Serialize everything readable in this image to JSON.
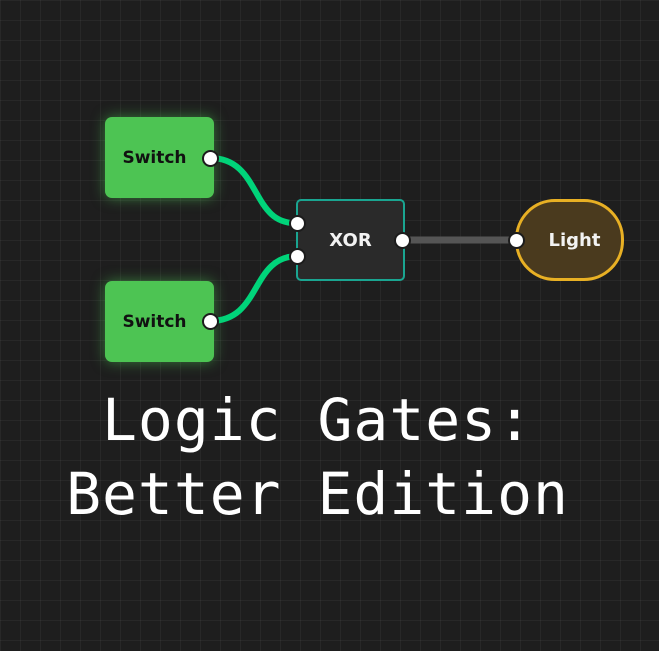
{
  "nodes": {
    "switch_top": {
      "label": "Switch"
    },
    "switch_bottom": {
      "label": "Switch"
    },
    "gate": {
      "label": "XOR"
    },
    "light": {
      "label": "Light"
    }
  },
  "title": {
    "line1": "Logic Gates:",
    "line2": "Better Edition"
  },
  "colors": {
    "background": "#1e1e1e",
    "switch_fill": "#4dc453",
    "active_wire": "#00d47a",
    "inactive_wire": "#555555",
    "gate_border": "#1aa591",
    "light_border": "#e8b024",
    "light_fill": "#4a3a1e"
  },
  "icons": {
    "port": "port-circle"
  }
}
